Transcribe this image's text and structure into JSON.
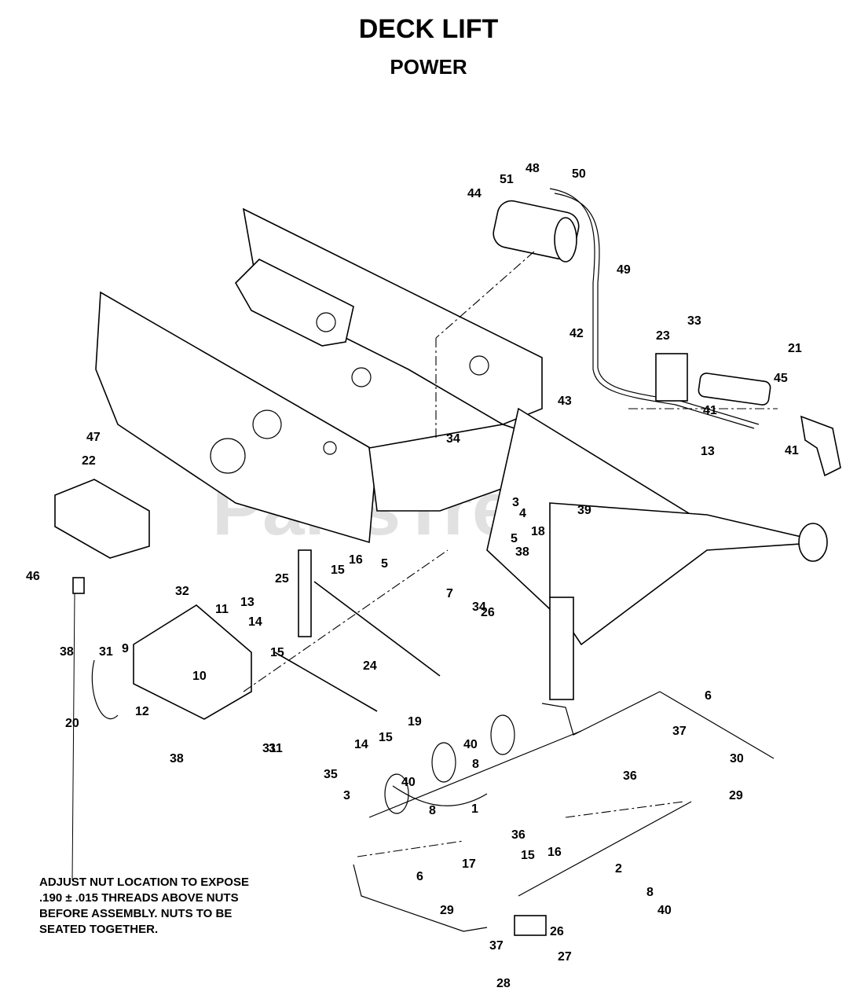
{
  "title": "DECK LIFT",
  "subtitle": "POWER",
  "watermark": "PartsTree",
  "note": "ADJUST NUT LOCATION TO EXPOSE\n.190 ± .015 THREADS ABOVE NUTS\nBEFORE ASSEMBLY. NUTS TO BE\nSEATED TOGETHER.",
  "callouts": [
    "1",
    "2",
    "3",
    "3",
    "4",
    "5",
    "5",
    "6",
    "6",
    "7",
    "8",
    "8",
    "8",
    "9",
    "10",
    "11",
    "12",
    "13",
    "13",
    "14",
    "14",
    "15",
    "15",
    "15",
    "15",
    "16",
    "16",
    "17",
    "18",
    "19",
    "20",
    "21",
    "22",
    "23",
    "24",
    "25",
    "26",
    "26",
    "27",
    "28",
    "29",
    "29",
    "30",
    "31",
    "31",
    "31",
    "32",
    "33",
    "34",
    "34",
    "35",
    "36",
    "36",
    "37",
    "37",
    "38",
    "38",
    "38",
    "39",
    "40",
    "40",
    "40",
    "41",
    "41",
    "42",
    "43",
    "44",
    "45",
    "46",
    "47",
    "48",
    "49",
    "50",
    "51"
  ]
}
